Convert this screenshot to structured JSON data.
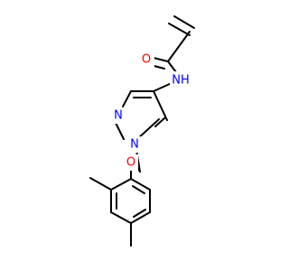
{
  "molecule": {
    "colors": {
      "bond": "#000000",
      "oxygen": "#ff0000",
      "nitrogen": "#0000ff",
      "background": "#ffffff"
    },
    "labels": {
      "amide_oxygen": "O",
      "amide_nitrogen": "NH",
      "pyrazole_n2": "N",
      "pyrazole_n1": "N",
      "ether_oxygen": "O"
    }
  }
}
